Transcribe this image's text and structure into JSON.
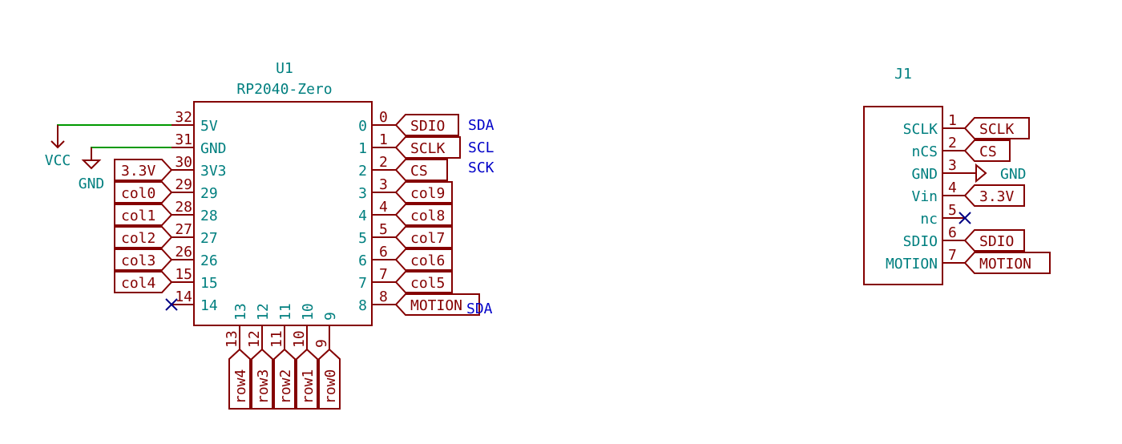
{
  "colors": {
    "symbol": "#840000",
    "text": "#007f7f",
    "wire": "#009900",
    "note": "#0000c8",
    "nc": "#000084"
  },
  "u1": {
    "ref": "U1",
    "value": "RP2040-Zero",
    "left_pins": [
      {
        "num": "32",
        "name": "5V",
        "net": "VCC",
        "kind": "power-vcc"
      },
      {
        "num": "31",
        "name": "GND",
        "net": "GND",
        "kind": "power-gnd"
      },
      {
        "num": "30",
        "name": "3V3",
        "net": "3.3V",
        "kind": "label"
      },
      {
        "num": "29",
        "name": "29",
        "net": "col0",
        "kind": "label"
      },
      {
        "num": "28",
        "name": "28",
        "net": "col1",
        "kind": "label"
      },
      {
        "num": "27",
        "name": "27",
        "net": "col2",
        "kind": "label"
      },
      {
        "num": "26",
        "name": "26",
        "net": "col3",
        "kind": "label"
      },
      {
        "num": "15",
        "name": "15",
        "net": "col4",
        "kind": "label"
      },
      {
        "num": "14",
        "name": "14",
        "net": "",
        "kind": "nc"
      }
    ],
    "right_pins": [
      {
        "num": "0",
        "name": "0",
        "net": "SDIO"
      },
      {
        "num": "1",
        "name": "1",
        "net": "SCLK"
      },
      {
        "num": "2",
        "name": "2",
        "net": "CS"
      },
      {
        "num": "3",
        "name": "3",
        "net": "col9"
      },
      {
        "num": "4",
        "name": "4",
        "net": "col8"
      },
      {
        "num": "5",
        "name": "5",
        "net": "col7"
      },
      {
        "num": "6",
        "name": "6",
        "net": "col6"
      },
      {
        "num": "7",
        "name": "7",
        "net": "col5"
      },
      {
        "num": "8",
        "name": "8",
        "net": "MOTION"
      }
    ],
    "bottom_pins": [
      {
        "num": "13",
        "name": "13",
        "net": "row4"
      },
      {
        "num": "12",
        "name": "12",
        "net": "row3"
      },
      {
        "num": "11",
        "name": "11",
        "net": "row2"
      },
      {
        "num": "10",
        "name": "10",
        "net": "row1"
      },
      {
        "num": "9",
        "name": "9",
        "net": "row0"
      }
    ],
    "notes": [
      "SDA",
      "SCL",
      "SCK",
      "SDA"
    ]
  },
  "power": {
    "vcc": "VCC",
    "gnd": "GND"
  },
  "j1": {
    "ref": "J1",
    "pins": [
      {
        "num": "1",
        "name": "SCLK",
        "net": "SCLK",
        "kind": "label"
      },
      {
        "num": "2",
        "name": "nCS",
        "net": "CS",
        "kind": "label"
      },
      {
        "num": "3",
        "name": "GND",
        "net": "GND",
        "kind": "power-gnd"
      },
      {
        "num": "4",
        "name": "Vin",
        "net": "3.3V",
        "kind": "label"
      },
      {
        "num": "5",
        "name": "nc",
        "net": "",
        "kind": "nc"
      },
      {
        "num": "6",
        "name": "SDIO",
        "net": "SDIO",
        "kind": "label"
      },
      {
        "num": "7",
        "name": "MOTION",
        "net": "MOTION",
        "kind": "label"
      }
    ]
  }
}
